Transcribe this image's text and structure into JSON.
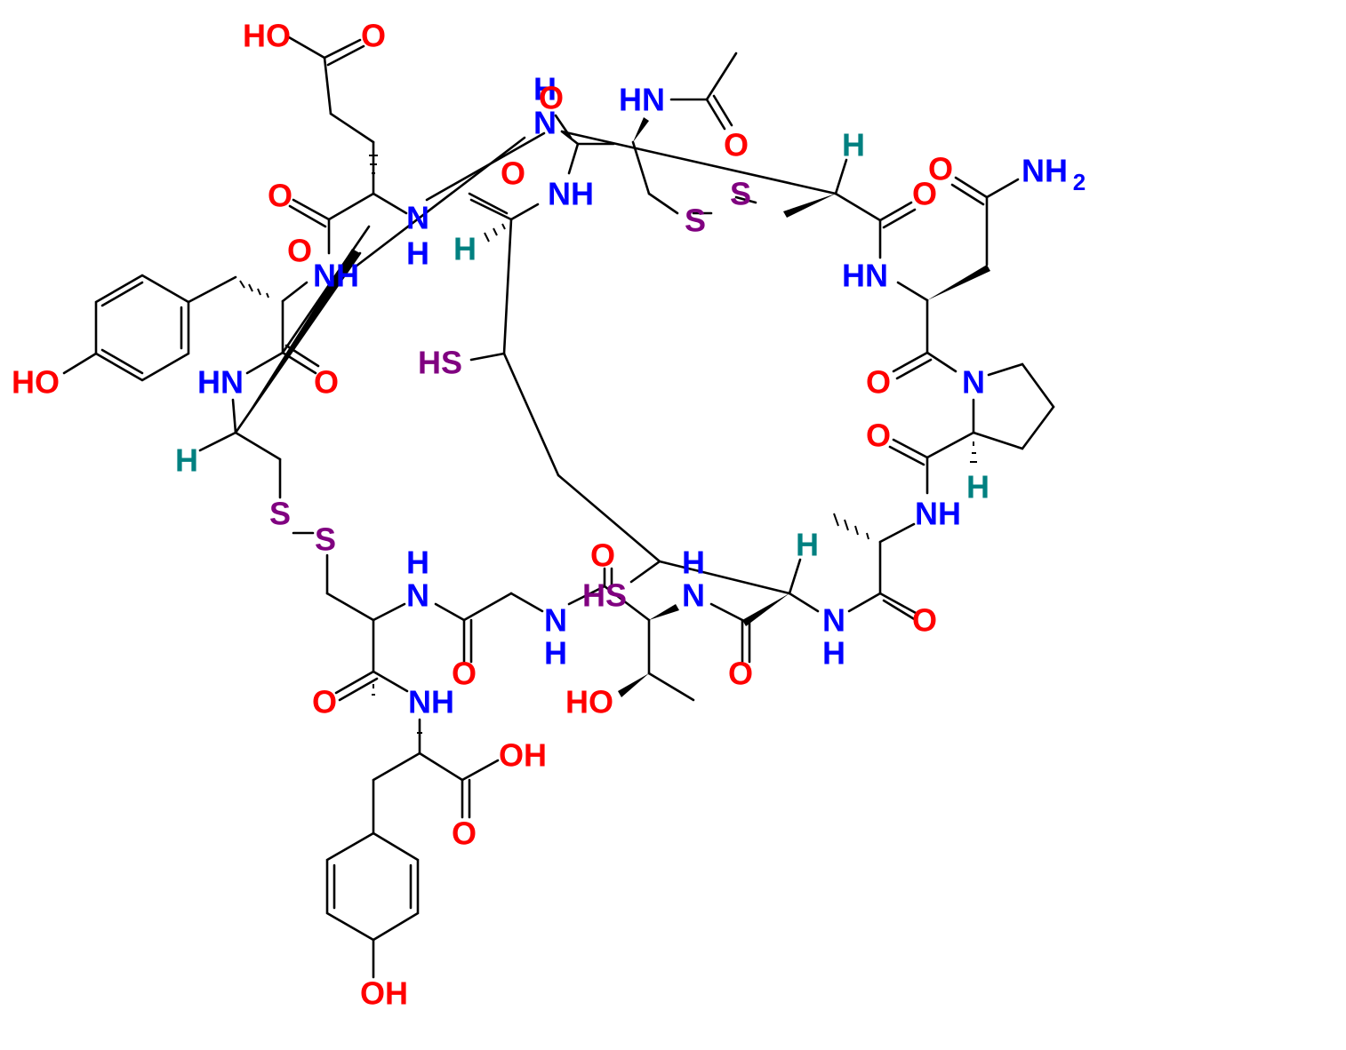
{
  "colors": {
    "oxygen": "#ff0000",
    "nitrogen": "#0000ff",
    "sulfur": "#800080",
    "hydrogen": "#008080",
    "bond": "#000000",
    "background": "#ffffff"
  },
  "atom_labels": {
    "glu_cooh_ho": "HO",
    "glu_cooh_o": "O",
    "glu_co_o": "O",
    "glu_nh_n": "N",
    "glu_nh_h": "H",
    "tyr1_nh": "NH",
    "tyr1_co_o": "O",
    "tyr1_oh": "HO",
    "cys1_hn": "HN",
    "cys1_co_o": "O",
    "cys1_h": "H",
    "ss1_s_a": "S",
    "ss1_s_b": "S",
    "cys2_nh_h": "H",
    "cys2_nh_n": "N",
    "gly_co_o": "O",
    "gly2_nh_n": "N",
    "gly2_nh_h": "H",
    "cys2_co_o": "O",
    "tyr2_nh": "NH",
    "tyr2_cooh_oh": "OH",
    "tyr2_cooh_o": "O",
    "tyr2_ring_oh": "OH",
    "thr_hs": "HS",
    "thr_co_o": "O",
    "thr_ho": "HO",
    "thr_nh_h": "H",
    "thr_nh_n": "N",
    "cys3_co_o": "O",
    "cys3_h": "H",
    "cys3_nh_n": "N",
    "cys3_nh_h": "H",
    "ala_co_o": "O",
    "ala_nh": "NH",
    "pro_co_o": "O",
    "pro_h": "H",
    "pro_n": "N",
    "asn_co_o": "O",
    "asn_hn": "HN",
    "asn_amide_o": "O",
    "asn_nh2": "NH",
    "asn_nh2_sub": "2",
    "cys4_co_o": "O",
    "cys4_h": "H",
    "ss2_s_a": "S",
    "ss2_s_b": "S",
    "ac_hn": "HN",
    "ac_o": "O",
    "top_nh_h": "H",
    "top_nh_n": "N",
    "top_o": "O",
    "cys5_nh": "NH",
    "cys5_co_o": "O",
    "cys5_h": "H",
    "free_hs": "HS"
  }
}
